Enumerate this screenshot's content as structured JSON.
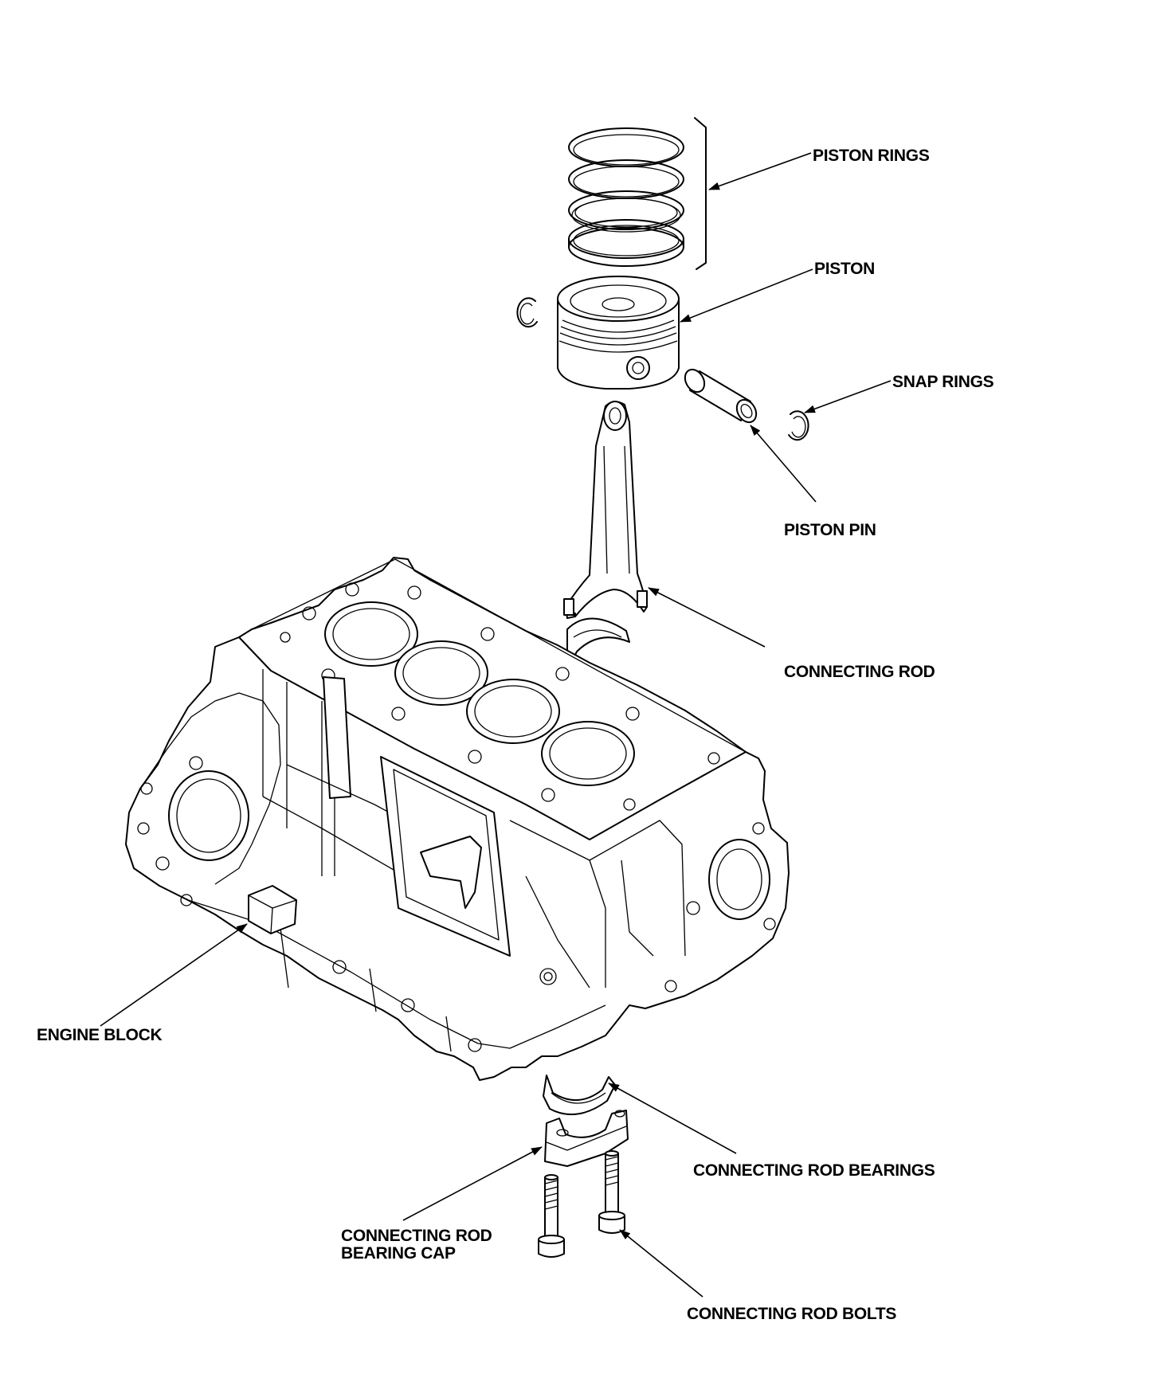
{
  "labels": {
    "piston_rings": "PISTON RINGS",
    "piston": "PISTON",
    "snap_rings": "SNAP RINGS",
    "piston_pin": "PISTON PIN",
    "connecting_rod": "CONNECTING ROD",
    "engine_block": "ENGINE BLOCK",
    "connecting_rod_bearings": "CONNECTING ROD BEARINGS",
    "connecting_rod_bearing_cap_line1": "CONNECTING ROD",
    "connecting_rod_bearing_cap_line2": "BEARING CAP",
    "connecting_rod_bolts": "CONNECTING ROD BOLTS"
  },
  "colors": {
    "ink": "#000000",
    "paper": "#ffffff"
  }
}
